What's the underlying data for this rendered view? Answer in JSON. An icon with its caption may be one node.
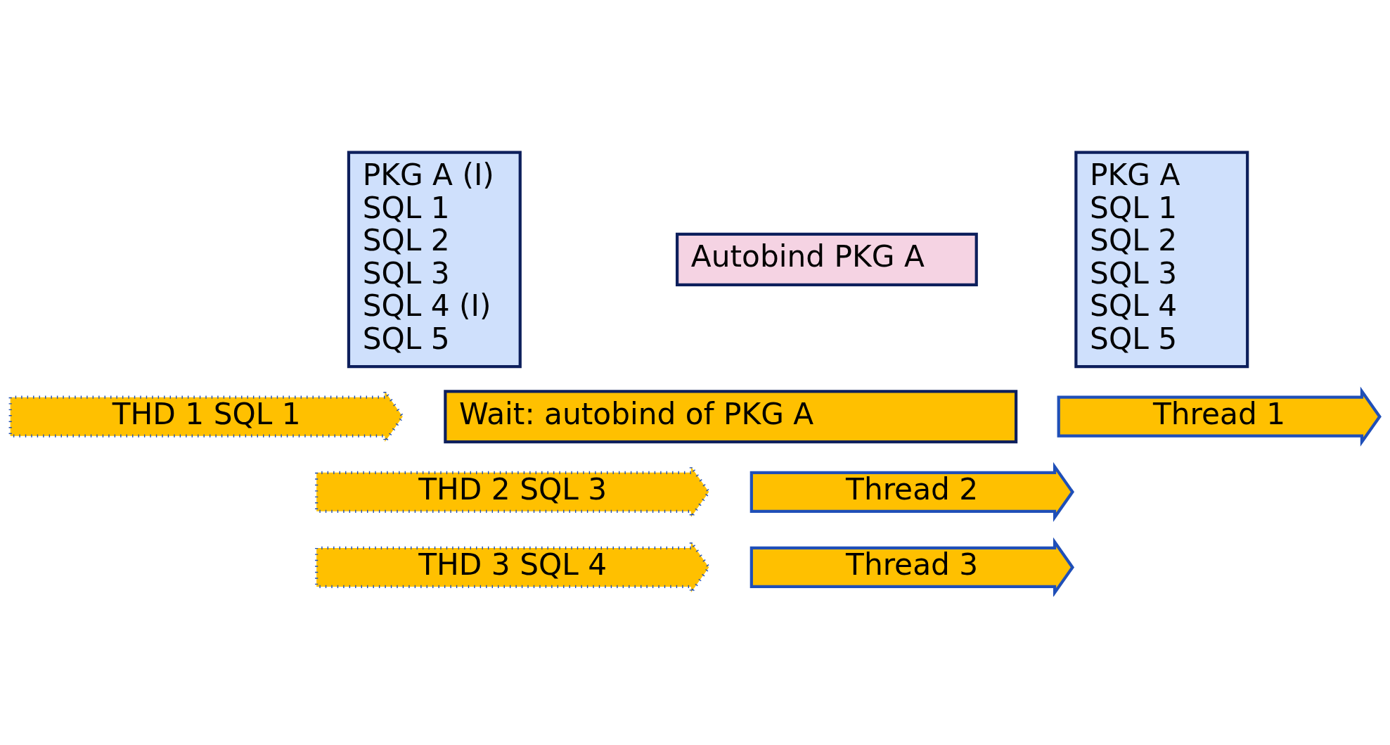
{
  "diagram": {
    "nodes": [
      {
        "text": [
          "PKG A (I)",
          "SQL 1",
          "SQL 2",
          "SQL 3",
          "SQL 4 (I)",
          "SQL 5"
        ]
      },
      {
        "text": [
          "Autobind PKG A"
        ]
      },
      {
        "text": [
          "PKG A",
          "SQL 1",
          "SQL 2",
          "SQL 3",
          "SQL 4",
          "SQL 5"
        ]
      },
      {
        "text": [
          "THD 1 SQL 1"
        ]
      },
      {
        "text": [
          "Wait: autobind of PKG A"
        ]
      },
      {
        "text": [
          "Thread 1"
        ]
      },
      {
        "text": [
          "THD 2 SQL 3"
        ]
      },
      {
        "text": [
          "Thread 2"
        ]
      },
      {
        "text": [
          "THD 3 SQL 4"
        ]
      },
      {
        "text": [
          "Thread 3"
        ]
      }
    ]
  }
}
